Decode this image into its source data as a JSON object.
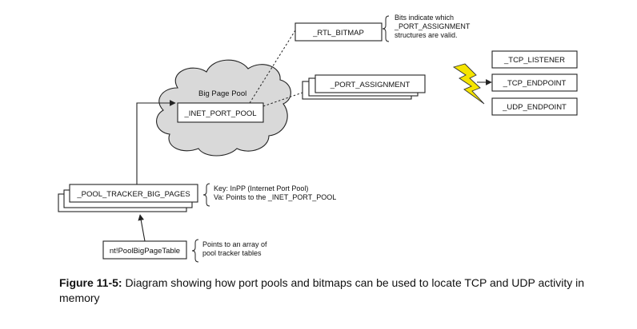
{
  "nodes": {
    "rtl_bitmap": "_RTL_BITMAP",
    "port_assignment": "_PORT_ASSIGNMENT",
    "tcp_listener": "_TCP_LISTENER",
    "tcp_endpoint": "_TCP_ENDPOINT",
    "udp_endpoint": "_UDP_ENDPOINT",
    "big_page_pool": "Big Page Pool",
    "inet_port_pool": "_INET_PORT_POOL",
    "pool_tracker_big_pages": "_POOL_TRACKER_BIG_PAGES",
    "pool_big_page_table": "nt!PoolBigPageTable"
  },
  "notes": {
    "rtl_bitmap": [
      "Bits indicate which",
      "_PORT_ASSIGNMENT",
      "structures are valid."
    ],
    "pool_tracker": [
      "Key: InPP (Internet Port Pool)",
      "Va: Points to the _INET_PORT_POOL"
    ],
    "pool_table": [
      "Points to an array of",
      "pool tracker tables"
    ]
  },
  "caption": {
    "figure_label": "Figure 11-5:",
    "text": " Diagram showing how port pools and bitmaps can be used to locate TCP and UDP activity in memory"
  },
  "colors": {
    "cloud_fill": "#d9d9d9",
    "lightning_fill": "#f5e400",
    "line": "#222222"
  }
}
